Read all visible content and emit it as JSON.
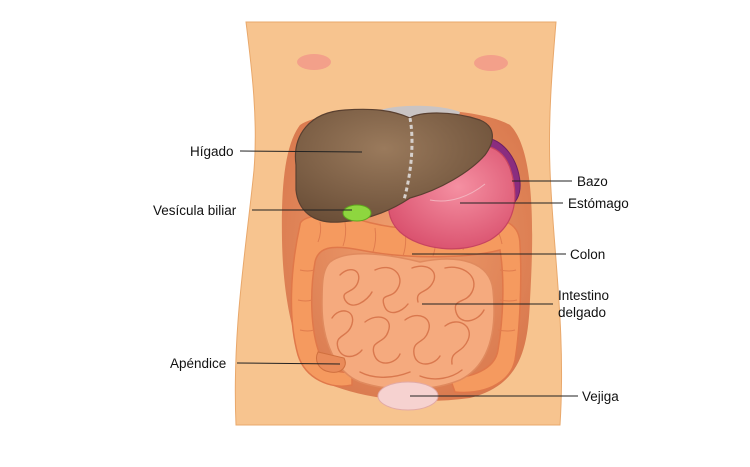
{
  "labels": {
    "liver": "Hígado",
    "gallbladder": "Vesícula biliar",
    "appendix": "Apéndice",
    "spleen": "Bazo",
    "stomach": "Estómago",
    "colon": "Colon",
    "small_intestine_line1": "Intestino",
    "small_intestine_line2": "delgado",
    "bladder": "Vejiga"
  },
  "colors": {
    "skin": "#f7c48f",
    "liver": "#8b6a4f",
    "stomach": "#ee6f86",
    "spleen": "#8a2d7f",
    "gallbladder": "#8ed63f",
    "colon": "#f59a5f",
    "small_intestine": "#f5aa7e",
    "bladder": "#f6d2d0"
  }
}
